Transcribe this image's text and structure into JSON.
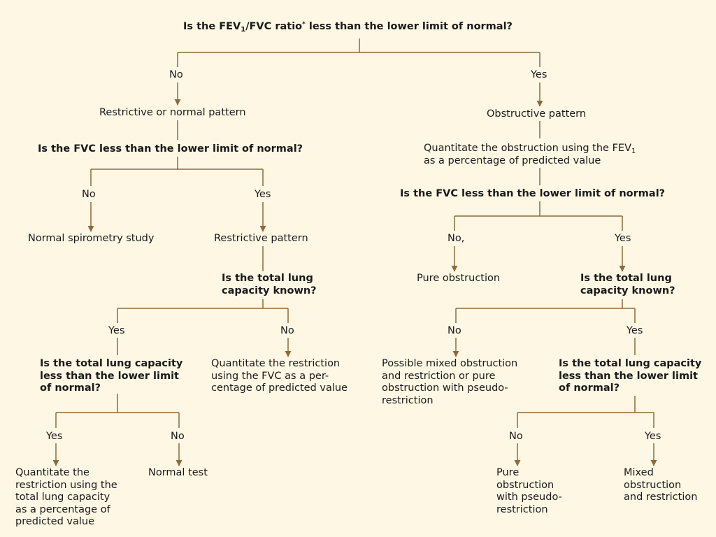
{
  "top_question": {
    "pre": "Is the FEV",
    "sub": "1",
    "mid": "/FVC ratio",
    "sup": "*",
    "post": " less than the lower limit of normal?"
  },
  "left": {
    "no_label": "No",
    "restrictive_or_normal": "Restrictive or normal pattern",
    "fvc_question": "Is the FVC less than the lower limit of normal?",
    "fvc_no_label": "No",
    "fvc_yes_label": "Yes",
    "normal_spirometry": "Normal spirometry study",
    "restrictive_pattern": "Restrictive pattern",
    "tlc_known_q": [
      "Is the total lung",
      "capacity known?"
    ],
    "tlc_yes_label": "Yes",
    "tlc_no_label": "No",
    "quantitate_fvc": [
      "Quantitate the restriction",
      "using the FVC as a per-",
      "centage of predicted value"
    ],
    "tlc_less_q": [
      "Is the total lung capacity",
      "less than the lower limit",
      "of normal?"
    ],
    "tlc_less_yes_label": "Yes",
    "tlc_less_no_label": "No",
    "quantitate_tlc": [
      "Quantitate the",
      "restriction using the",
      "total lung capacity",
      "as a percentage of",
      "predicted value"
    ],
    "normal_test": "Normal test"
  },
  "right": {
    "yes_label": "Yes",
    "obstructive_pattern": "Obstructive pattern",
    "quantitate_obstruction": {
      "line1_pre": "Quantitate the obstruction using the FEV",
      "line1_sub": "1",
      "line2": "as a percentage of predicted value"
    },
    "fvc_question": "Is the FVC less than the lower limit of normal?",
    "fvc_no_label": "No,",
    "fvc_yes_label": "Yes",
    "pure_obstruction": "Pure obstruction",
    "tlc_known_q": [
      "Is the total lung",
      "capacity known?"
    ],
    "tlc_no_label": "No",
    "tlc_yes_label": "Yes",
    "possible_mixed": [
      "Possible mixed obstruction",
      "and restriction or pure",
      "obstruction with pseudo-",
      "restriction"
    ],
    "tlc_less_q": [
      "Is the total lung capacity",
      "less than the lower limit",
      "of normal?"
    ],
    "tlc_less_no_label": "No",
    "tlc_less_yes_label": "Yes",
    "pure_obstruction_pseudo": [
      "Pure",
      "obstruction",
      "with pseudo-",
      "restriction"
    ],
    "mixed_obstruction_restriction": [
      "Mixed",
      "obstruction",
      "and restriction"
    ]
  },
  "colors": {
    "background": "#fdf7e4",
    "connector": "#8c6a3c",
    "text": "#1a1a1a"
  }
}
